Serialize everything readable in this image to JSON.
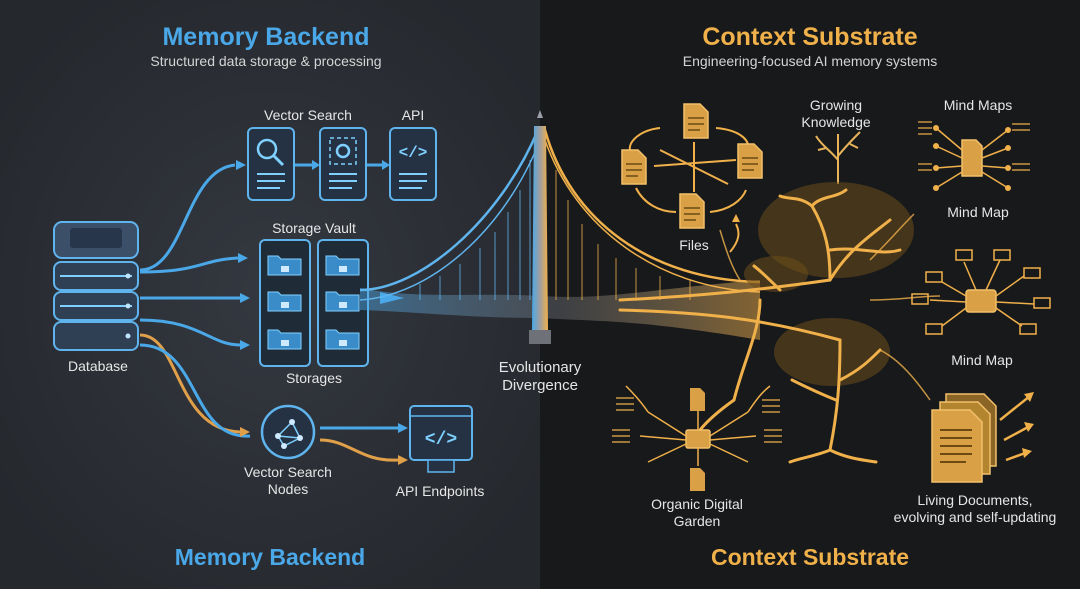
{
  "left": {
    "title": "Memory Backend",
    "subtitle": "Structured data storage & processing",
    "footer": "Memory Backend",
    "nodes": {
      "vector_search": "Vector Search",
      "api": "API",
      "storage_vault": "Storage Vault",
      "database": "Database",
      "storages": "Storages",
      "vector_search_nodes": [
        "Vector Search",
        "Nodes"
      ],
      "api_endpoints": "API Endpoints"
    }
  },
  "center": {
    "label": [
      "Evolutionary",
      "Divergence"
    ]
  },
  "right": {
    "title": "Context Substrate",
    "subtitle": "Engineering-focused AI memory systems",
    "footer": "Context Substrate",
    "nodes": {
      "growing_knowledge": [
        "Growing",
        "Knowledge"
      ],
      "mind_maps": "Mind Maps",
      "mind_map_1": "Mind Map",
      "mind_map_2": "Mind Map",
      "files": "Files",
      "organic_digital_garden": [
        "Organic Digital",
        "Garden"
      ],
      "living_documents": [
        "Living Documents,",
        "evolving and self-updating"
      ]
    }
  },
  "colors": {
    "blue_accent": "#4aa8e8",
    "gold_accent": "#f0b04a",
    "left_bg": "#2a2d33",
    "right_bg": "#18191b"
  },
  "icons": [
    "database-icon",
    "magnifier-icon",
    "gear-icon",
    "code-icon",
    "lock-folder-icon",
    "network-node-icon",
    "document-icon",
    "tree-icon",
    "mind-map-icon",
    "bridge-icon"
  ]
}
